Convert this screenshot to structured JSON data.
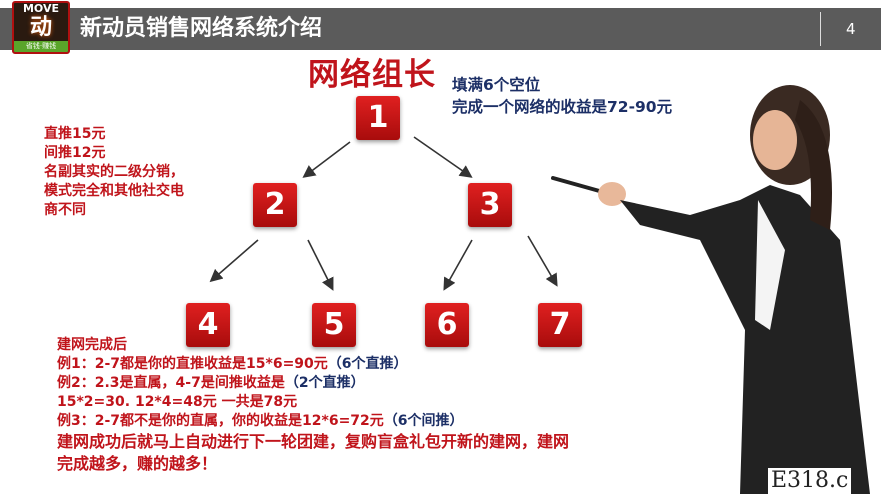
{
  "header": {
    "logo_text": "MOVE",
    "logo_char": "动",
    "logo_sub": "省钱·赚钱",
    "title": "新动员销售网络系统介绍",
    "page_number": "4"
  },
  "heading": "网络组长",
  "info": [
    "填满6个空位",
    "完成一个网络的收益是72-90元"
  ],
  "left_note": [
    "直推15元",
    "间推12元",
    "名副其实的二级分销，",
    "模式完全和其他社交电",
    "商不同"
  ],
  "nodes": [
    "1",
    "2",
    "3",
    "4",
    "5",
    "6",
    "7"
  ],
  "bottom": {
    "line0": "建网完成后",
    "line1_red": "例1：2-7都是你的直推收益是15*6=90元",
    "line1_blue": "（6个直推）",
    "line2_red": "例2：2.3是直属，4-7是间推收益是",
    "line2_blue": "（2个直推）",
    "line3": "15*2=30. 12*4=48元  一共是78元",
    "line4_red": "例3：2-7都不是你的直属，你的收益是12*6=72元",
    "line4_blue": "（6个间推）",
    "line5": "建网成功后就马上自动进行下一轮团建，复购盲盒礼包开新的建网，建网",
    "line6": "完成越多，赚的越多！"
  },
  "watermark": "E318.c",
  "colors": {
    "header": "#5b5b5b",
    "red": "#c0141b",
    "blue": "#1c2f66"
  }
}
